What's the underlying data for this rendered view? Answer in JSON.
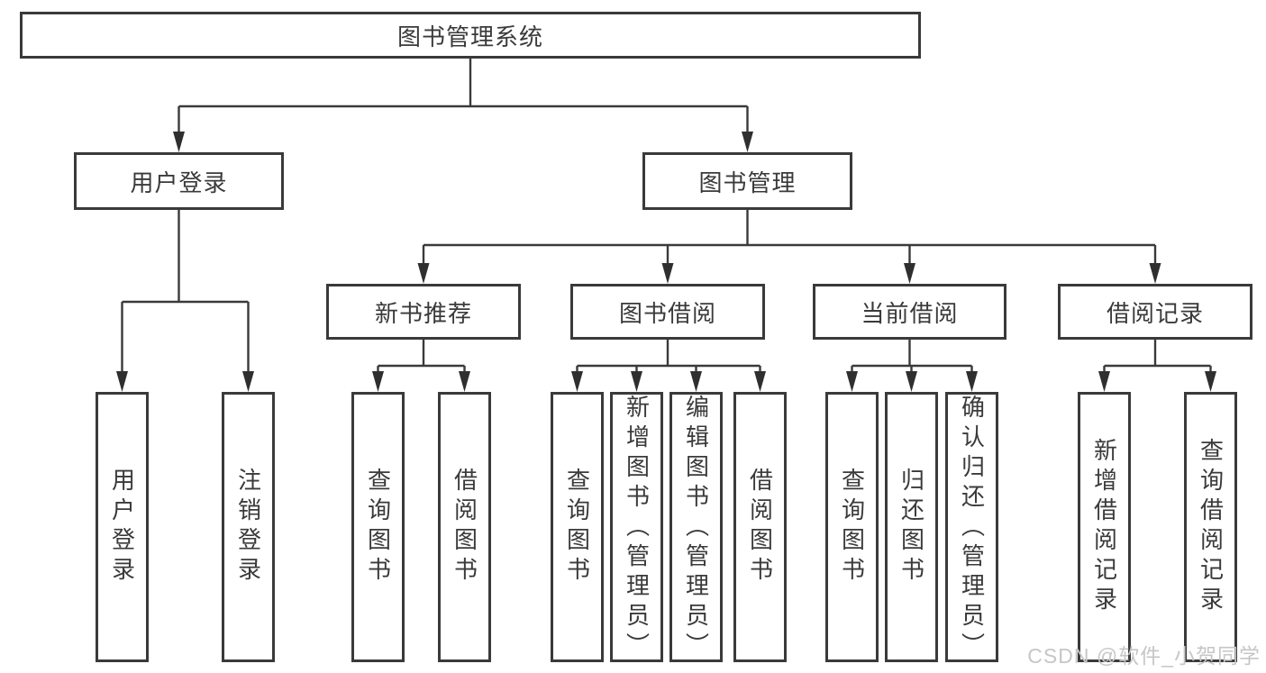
{
  "tree": {
    "label": "图书管理系统",
    "children": [
      {
        "label": "用户登录",
        "children": [
          {
            "label": "用户登录"
          },
          {
            "label": "注销登录"
          }
        ]
      },
      {
        "label": "图书管理",
        "children": [
          {
            "label": "新书推荐",
            "children": [
              {
                "label": "查询图书"
              },
              {
                "label": "借阅图书"
              }
            ]
          },
          {
            "label": "图书借阅",
            "children": [
              {
                "label": "查询图书"
              },
              {
                "label": "新增图书（管理员）"
              },
              {
                "label": "编辑图书（管理员）"
              },
              {
                "label": "借阅图书"
              }
            ]
          },
          {
            "label": "当前借阅",
            "children": [
              {
                "label": "查询图书"
              },
              {
                "label": "归还图书"
              },
              {
                "label": "确认归还（管理员）"
              }
            ]
          },
          {
            "label": "借阅记录",
            "children": [
              {
                "label": "新增借阅记录"
              },
              {
                "label": "查询借阅记录"
              }
            ]
          }
        ]
      }
    ]
  },
  "watermark": {
    "text": "CSDN @软件_小贺同学"
  },
  "colors": {
    "line": "#3a3a3a",
    "box_border": "#3a3a3a",
    "box_fill": "#ffffff",
    "text": "#3a3a3a",
    "watermark": "#c6c6c6",
    "background": "#ffffff"
  }
}
